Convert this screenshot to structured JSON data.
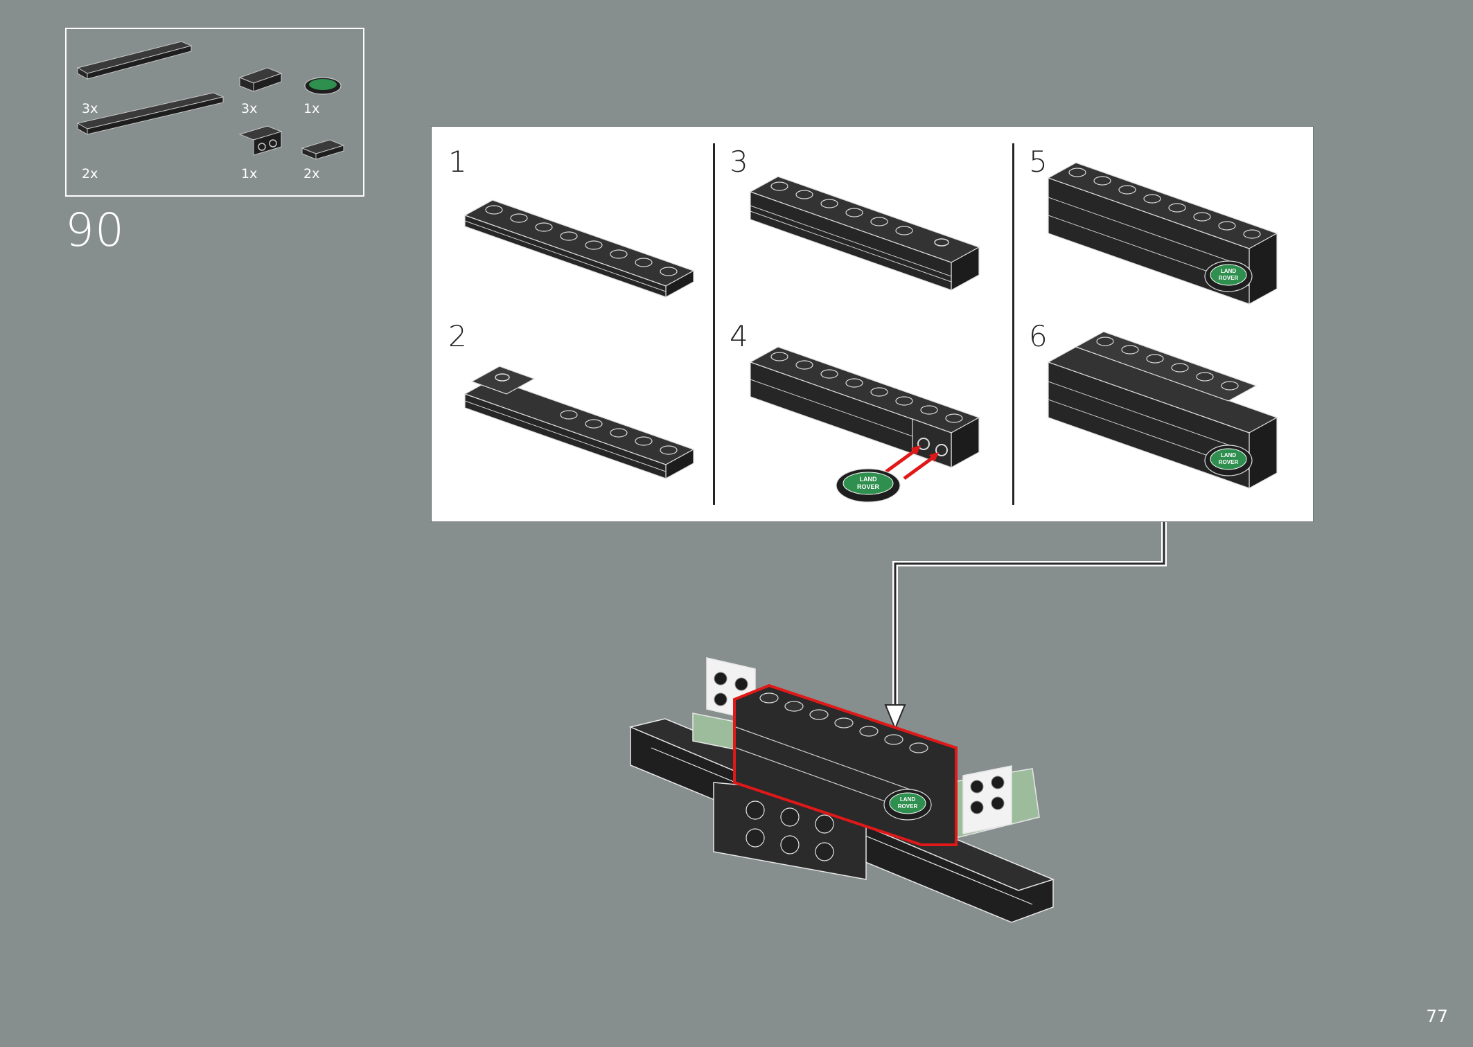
{
  "step": {
    "number": "90"
  },
  "parts": [
    {
      "name": "plate-1x6-long",
      "qty": "3x"
    },
    {
      "name": "plate-1x8-long",
      "qty": "2x"
    },
    {
      "name": "bracket-1x2-small",
      "qty": "3x"
    },
    {
      "name": "bracket-1x2-two-holes",
      "qty": "1x"
    },
    {
      "name": "tile-oval-land-rover",
      "qty": "1x"
    },
    {
      "name": "plate-1x2-jumper",
      "qty": "2x"
    }
  ],
  "substeps": [
    {
      "number": "1"
    },
    {
      "number": "2"
    },
    {
      "number": "3"
    },
    {
      "number": "4"
    },
    {
      "number": "5"
    },
    {
      "number": "6"
    }
  ],
  "logo": {
    "line1": "LAND",
    "line2": "ROVER"
  },
  "page": {
    "number": "77"
  },
  "colors": {
    "background": "#878e8e",
    "brick": "#2b2b2b",
    "logo": "#2f8f4e",
    "highlight": "#e01818",
    "sand_green": "#9cbc9c"
  }
}
